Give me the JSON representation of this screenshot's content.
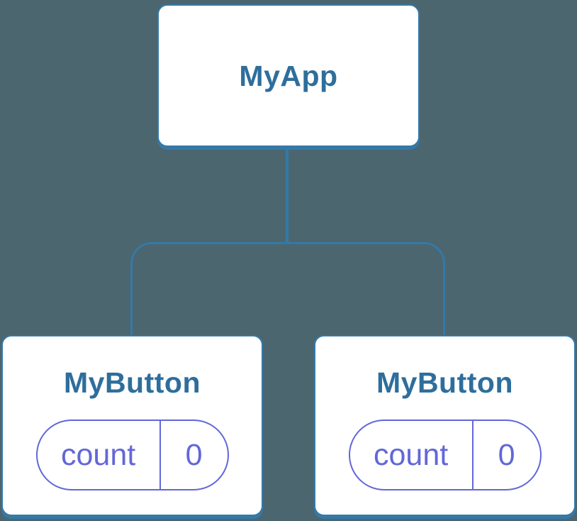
{
  "colors": {
    "background": "#4c6670",
    "box_fill": "#ffffff",
    "blue": "#3579a6",
    "blue_text": "#2e6e9c",
    "purple": "#6267d8"
  },
  "diagram": {
    "type": "component-tree",
    "root": {
      "label": "MyApp"
    },
    "children": [
      {
        "label": "MyButton",
        "state": {
          "key": "count",
          "value": "0"
        }
      },
      {
        "label": "MyButton",
        "state": {
          "key": "count",
          "value": "0"
        }
      }
    ]
  }
}
